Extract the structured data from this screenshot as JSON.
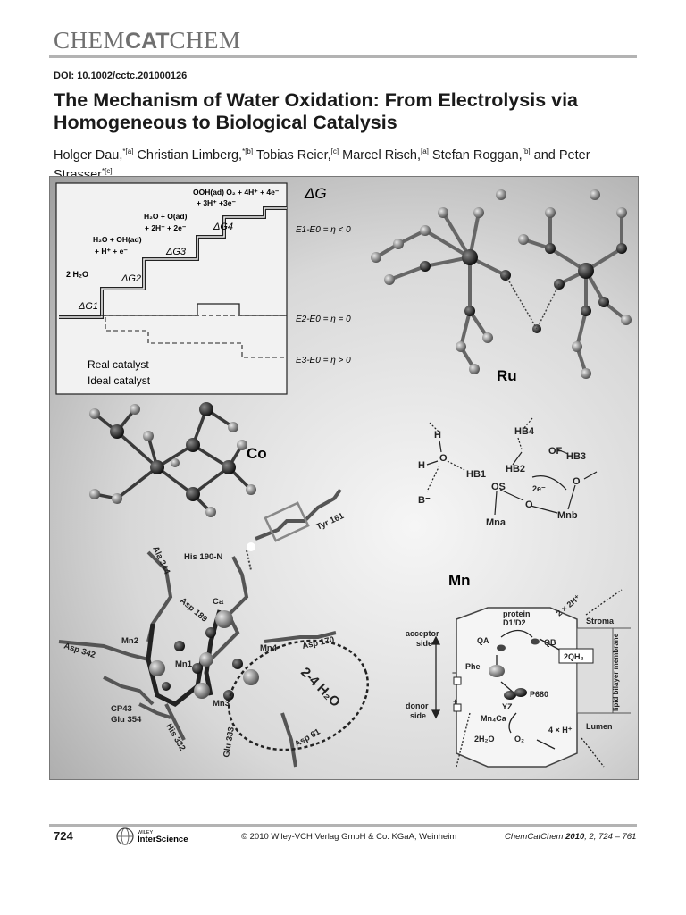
{
  "header": {
    "journal_light_1": "CHEM",
    "journal_bold": "CAT",
    "journal_light_2": "CHEM",
    "doi": "DOI: 10.1002/cctc.201000126"
  },
  "article": {
    "title": "The Mechanism of Water Oxidation: From Electrolysis via Homogeneous to Biological Catalysis",
    "authors": [
      {
        "name": "Holger Dau,",
        "aff": "*[a]"
      },
      {
        "name": " Christian Limberg,",
        "aff": "*[b]"
      },
      {
        "name": " Tobias Reier,",
        "aff": "[c]"
      },
      {
        "name": " Marcel Risch,",
        "aff": "[a]"
      },
      {
        "name": " Stefan Roggan,",
        "aff": "[b]"
      },
      {
        "name": " and Peter Strasser",
        "aff": "*[c]"
      }
    ]
  },
  "figure": {
    "energy_diagram": {
      "dG_header": "ΔG",
      "step_labels": {
        "s1": "2 H₂O",
        "s2a": "H₂O + OH(ad)",
        "s2b": "+ H⁺ + e⁻",
        "s3a": "H₂O + O(ad)",
        "s3b": "+ 2H⁺ + 2e⁻",
        "s4a": "OOH(ad)  O₂ + 4H⁺ + 4e⁻",
        "s4b": "+ 3H⁺ +3e⁻"
      },
      "dG_labels": [
        "ΔG1",
        "ΔG2",
        "ΔG3",
        "ΔG4"
      ],
      "equations": [
        "E1-E0 = η < 0",
        "E2-E0 =  η = 0",
        "E3-E0 = η > 0"
      ],
      "legend_real": "Real catalyst",
      "legend_ideal": "Ideal catalyst"
    },
    "metal_labels": {
      "ru": "Ru",
      "co": "Co",
      "mn": "Mn"
    },
    "mechanism_labels": {
      "h1": "H",
      "h2": "H",
      "o1": "O",
      "b": "B⁻",
      "hb1": "HB1",
      "hb2": "HB2",
      "hb3": "HB3",
      "hb4": "HB4",
      "of": "OF",
      "os": "OS",
      "o2": "O",
      "o3": "O",
      "e2": "2e⁻",
      "mna": "Mna",
      "mnb": "Mnb"
    },
    "residue_labels": {
      "his190": "His 190-N",
      "tyr161": "Tyr 161",
      "ala344": "Ala 344",
      "asp189": "Asp 189",
      "ca": "Ca",
      "mn2": "Mn2",
      "mn1": "Mn1",
      "mn4": "Mn4",
      "mn3": "Mn3",
      "asp342": "Asp 342",
      "asp170": "Asp 170",
      "water": "2-4 H₂O",
      "cp43": "CP43",
      "glu354": "Glu 354",
      "his332": "His 332",
      "glu333": "Glu 333",
      "asp61": "Asp 61"
    },
    "psii_labels": {
      "protein": "protein",
      "d1d2": "D1/D2",
      "h2plus": "2 × 2H⁺",
      "stroma": "Stroma",
      "acceptor": "acceptor",
      "side1": "side",
      "qa": "QA",
      "qb": "QB",
      "qh2": "2QH₂",
      "phe": "Phe",
      "p680": "P680",
      "yz": "YZ",
      "mn4ca": "Mn₄Ca",
      "donor": "donor",
      "side2": "side",
      "h2o": "2H₂O",
      "o2": "O₂",
      "hplus": "4 × H⁺",
      "lumen": "Lumen",
      "membrane": "lipid bilayer membrane",
      "minus": "−",
      "plus": "+"
    }
  },
  "footer": {
    "page_number": "724",
    "publisher_small": "WILEY",
    "publisher_main": "InterScience",
    "copyright": "© 2010 Wiley-VCH Verlag GmbH & Co. KGaA, Weinheim",
    "citation_journal": "ChemCatChem ",
    "citation_year": "2010",
    "citation_rest": ", 2, 724 – 761"
  }
}
